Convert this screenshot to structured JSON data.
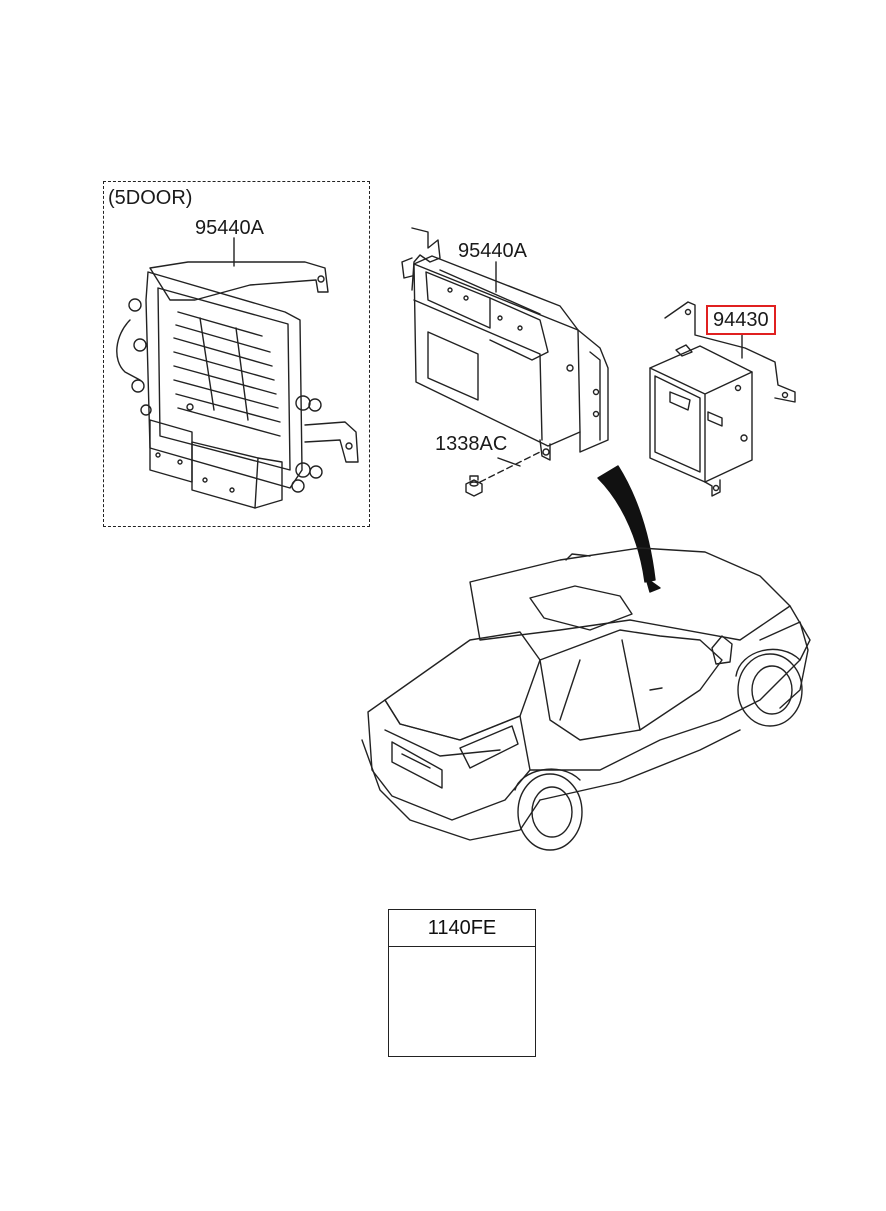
{
  "callouts": {
    "variant_5door": "(5DOOR)",
    "part_95440A_inset": "95440A",
    "part_95440A": "95440A",
    "part_94430": "94430",
    "part_1338AC": "1338AC",
    "part_1140FE": "1140FE"
  },
  "colors": {
    "line": "#222222",
    "highlight_border": "#e02020",
    "background": "#ffffff"
  },
  "icons": {
    "inset_module": "transmission-control-module-icon",
    "main_module": "control-unit-icon",
    "bracket_module": "bracket-module-icon",
    "nut": "nut-icon",
    "car": "sedan-car-icon",
    "bolt": "flange-bolt-icon",
    "arrow": "location-arrow-icon"
  }
}
